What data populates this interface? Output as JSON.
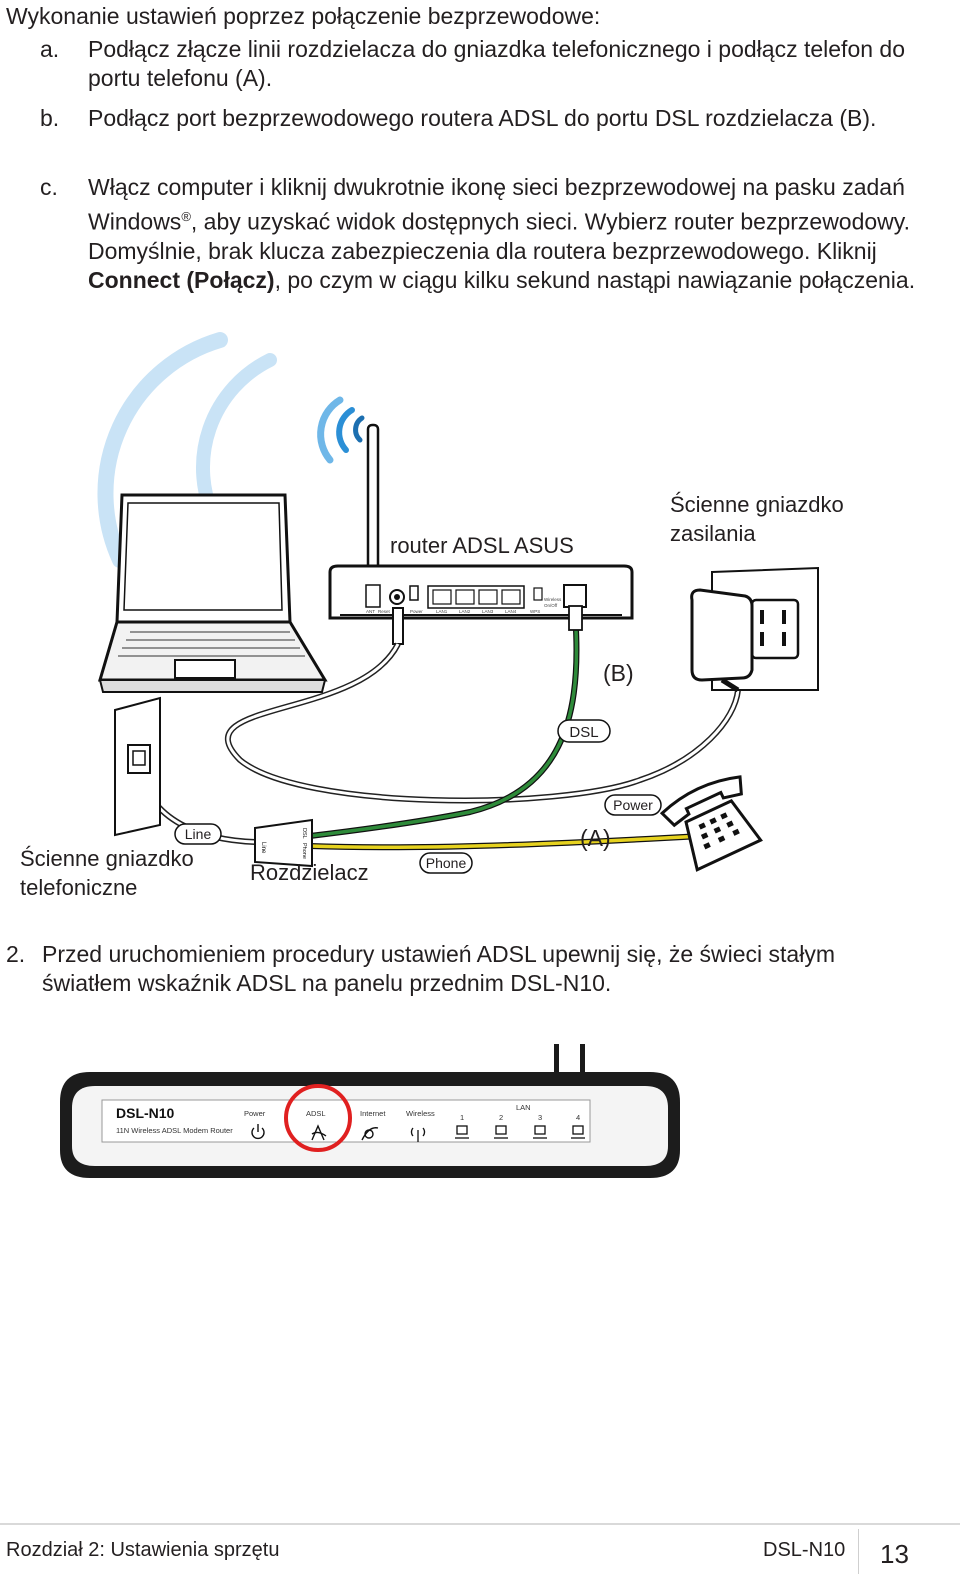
{
  "intro": "Wykonanie ustawień poprzez połączenie bezprzewodowe:",
  "steps": [
    {
      "letter": "a.",
      "text": "Podłącz złącze linii rozdzielacza do gniazdka telefonicznego i podłącz telefon do portu telefonu (A)."
    },
    {
      "letter": "b.",
      "text": "Podłącz port bezprzewodowego routera ADSL do portu DSL rozdzielacza (B)."
    },
    {
      "letter": "c.",
      "text_pre": "Włącz computer i kliknij dwukrotnie ikonę sieci bezprzewodowej na pasku zadań Windows",
      "reg": "®",
      "text_mid": ", aby uzyskać widok dostępnych sieci. Wybierz router bezprzewodowy. Domyślnie, brak klucza zabezpieczenia dla routera bezprzewodowego. Kliknij ",
      "bold": "Connect (Połącz)",
      "text_post": ", po czym w ciągu kilku sekund nastąpi nawiązanie połączenia."
    }
  ],
  "diagram": {
    "router_label": "router ADSL ASUS",
    "power_socket_label_1": "Ścienne gniazdko",
    "power_socket_label_2": "zasilania",
    "b_label": "(B)",
    "dsl_tag": "DSL",
    "power_tag": "Power",
    "a_label": "(A)",
    "line_tag": "Line",
    "phone_tag": "Phone",
    "splitter_label": "Rozdzielacz",
    "phone_socket_label_1": "Ścienne gniazdko",
    "phone_socket_label_2": "telefoniczne",
    "splitter_box_line": "Line",
    "splitter_box_dsl": "DSL",
    "splitter_box_phone": "Phone",
    "rear_ant": "ANT",
    "rear_reset": "Reset",
    "rear_power": "Power",
    "rear_lan1": "LAN1",
    "rear_lan2": "LAN2",
    "rear_lan3": "LAN3",
    "rear_lan4": "LAN4",
    "rear_wps": "WPS",
    "rear_wireless": "Wireless",
    "rear_onoff": "On/Off"
  },
  "step2": {
    "num": "2.",
    "text": "Przed uruchomieniem procedury ustawień ADSL upewnij się, że świeci stałym światłem wskaźnik ADSL na panelu przednim DSL-N10."
  },
  "front_panel": {
    "model": "DSL-N10",
    "subtitle": "11N Wireless ADSL Modem Router",
    "power": "Power",
    "adsl": "ADSL",
    "internet": "Internet",
    "wireless": "Wireless",
    "lan": "LAN",
    "lan_ports": [
      "1",
      "2",
      "3",
      "4"
    ]
  },
  "footer": {
    "chapter": "Rozdział 2: Ustawienia sprzętu",
    "model": "DSL-N10",
    "page": "13"
  },
  "colors": {
    "dsl_cable": "#2e8b3a",
    "phone_cable": "#e6d21f",
    "wifi_blue": "#2b8fd6",
    "adsl_highlight": "#e02020"
  }
}
